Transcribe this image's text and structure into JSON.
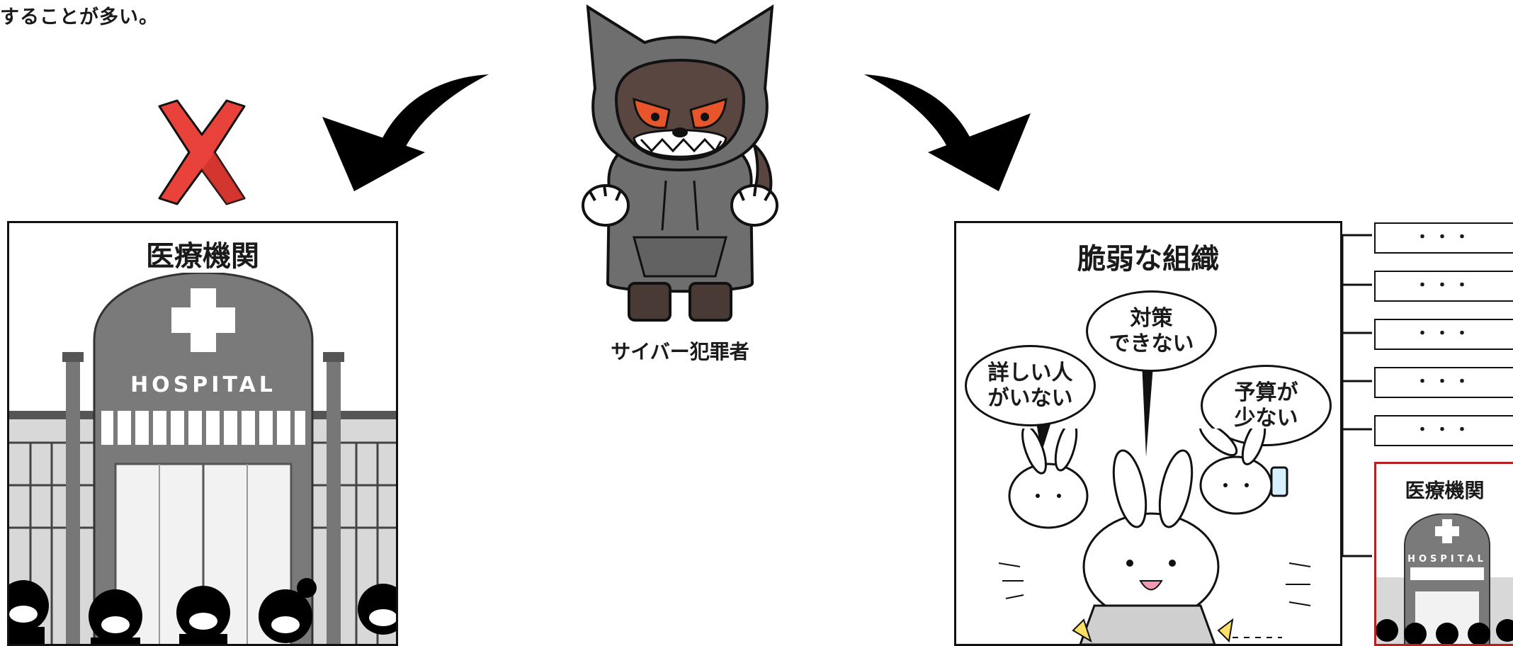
{
  "header_text": "することが多い。",
  "criminal": {
    "label": "サイバー犯罪者",
    "icon": "hooded-wolf-icon"
  },
  "left_target": {
    "title": "医療機関",
    "sign": "HOSPITAL",
    "status_icon": "red-x-icon",
    "status_color": "#e8423a"
  },
  "right_target": {
    "title": "脆弱な組織",
    "bubbles": [
      {
        "line1": "詳しい人",
        "line2": "がいない"
      },
      {
        "line1": "対策",
        "line2": "できない"
      },
      {
        "line1": "予算が",
        "line2": "少ない"
      }
    ]
  },
  "org_list": {
    "items": [
      "・・・",
      "・・・",
      "・・・",
      "・・・",
      "・・・"
    ],
    "highlight": {
      "title": "医療機関",
      "sign": "HOSPITAL",
      "border_color": "#b82020"
    }
  }
}
